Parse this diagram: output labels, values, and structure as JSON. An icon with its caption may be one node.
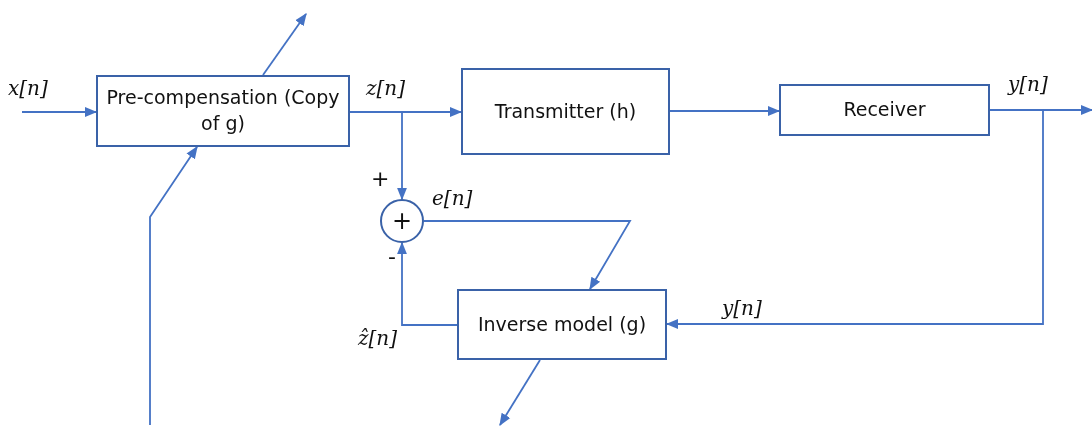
{
  "diagram": {
    "nodes": [
      {
        "text": [
          "Pre-compensation (Copy of g)"
        ]
      },
      {
        "text": [
          "Transmitter (h)"
        ]
      },
      {
        "text": [
          "Receiver"
        ]
      },
      {
        "text": [
          "+"
        ]
      },
      {
        "text": [
          "Inverse model (g)"
        ]
      }
    ],
    "edges": [
      {
        "from": null,
        "to": 0,
        "arrow": "to",
        "label": "x[n]"
      },
      {
        "from": 0,
        "to": 1,
        "arrow": "to",
        "label": "z[n]"
      },
      {
        "from": 0,
        "to": 3,
        "arrow": "to"
      },
      {
        "from": 1,
        "to": 2,
        "arrow": "to"
      },
      {
        "from": 2,
        "to": null,
        "arrow": "to",
        "label": "y[n]"
      },
      {
        "from": 2,
        "to": 4,
        "arrow": "to",
        "label": "y[n]"
      },
      {
        "from": 3,
        "to": 4,
        "arrow": "to",
        "label": "e[n]"
      },
      {
        "from": 4,
        "to": 3,
        "arrow": "to",
        "label": "ẑ[n]"
      },
      {
        "from": 0,
        "to": null,
        "arrow": "to"
      },
      {
        "from": null,
        "to": 0,
        "arrow": "to"
      },
      {
        "from": 4,
        "to": null,
        "arrow": "to"
      }
    ],
    "labels": [
      "+",
      "-"
    ]
  }
}
